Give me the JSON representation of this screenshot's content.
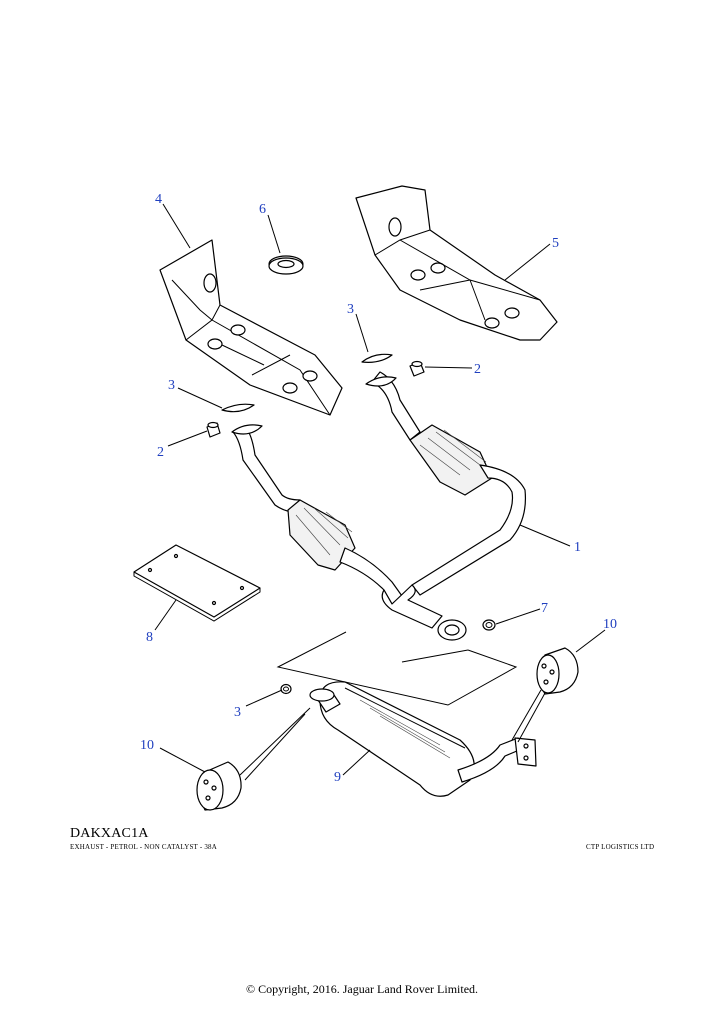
{
  "diagram": {
    "callouts": [
      {
        "id": "c4",
        "label": "4"
      },
      {
        "id": "c6",
        "label": "6"
      },
      {
        "id": "c5",
        "label": "5"
      },
      {
        "id": "c3a",
        "label": "3"
      },
      {
        "id": "c2a",
        "label": "2"
      },
      {
        "id": "c3b",
        "label": "3"
      },
      {
        "id": "c2b",
        "label": "2"
      },
      {
        "id": "c1",
        "label": "1"
      },
      {
        "id": "c7",
        "label": "7"
      },
      {
        "id": "c10a",
        "label": "10"
      },
      {
        "id": "c8",
        "label": "8"
      },
      {
        "id": "c3c",
        "label": "3"
      },
      {
        "id": "c10b",
        "label": "10"
      },
      {
        "id": "c9",
        "label": "9"
      }
    ]
  },
  "footer": {
    "drawing_code": "DAKXAC1A",
    "caption": "EXHAUST - PETROL - NON CATALYST - 38A",
    "publisher": "CTP LOGISTICS LTD",
    "copyright": "© Copyright, 2016. Jaguar Land Rover Limited."
  }
}
